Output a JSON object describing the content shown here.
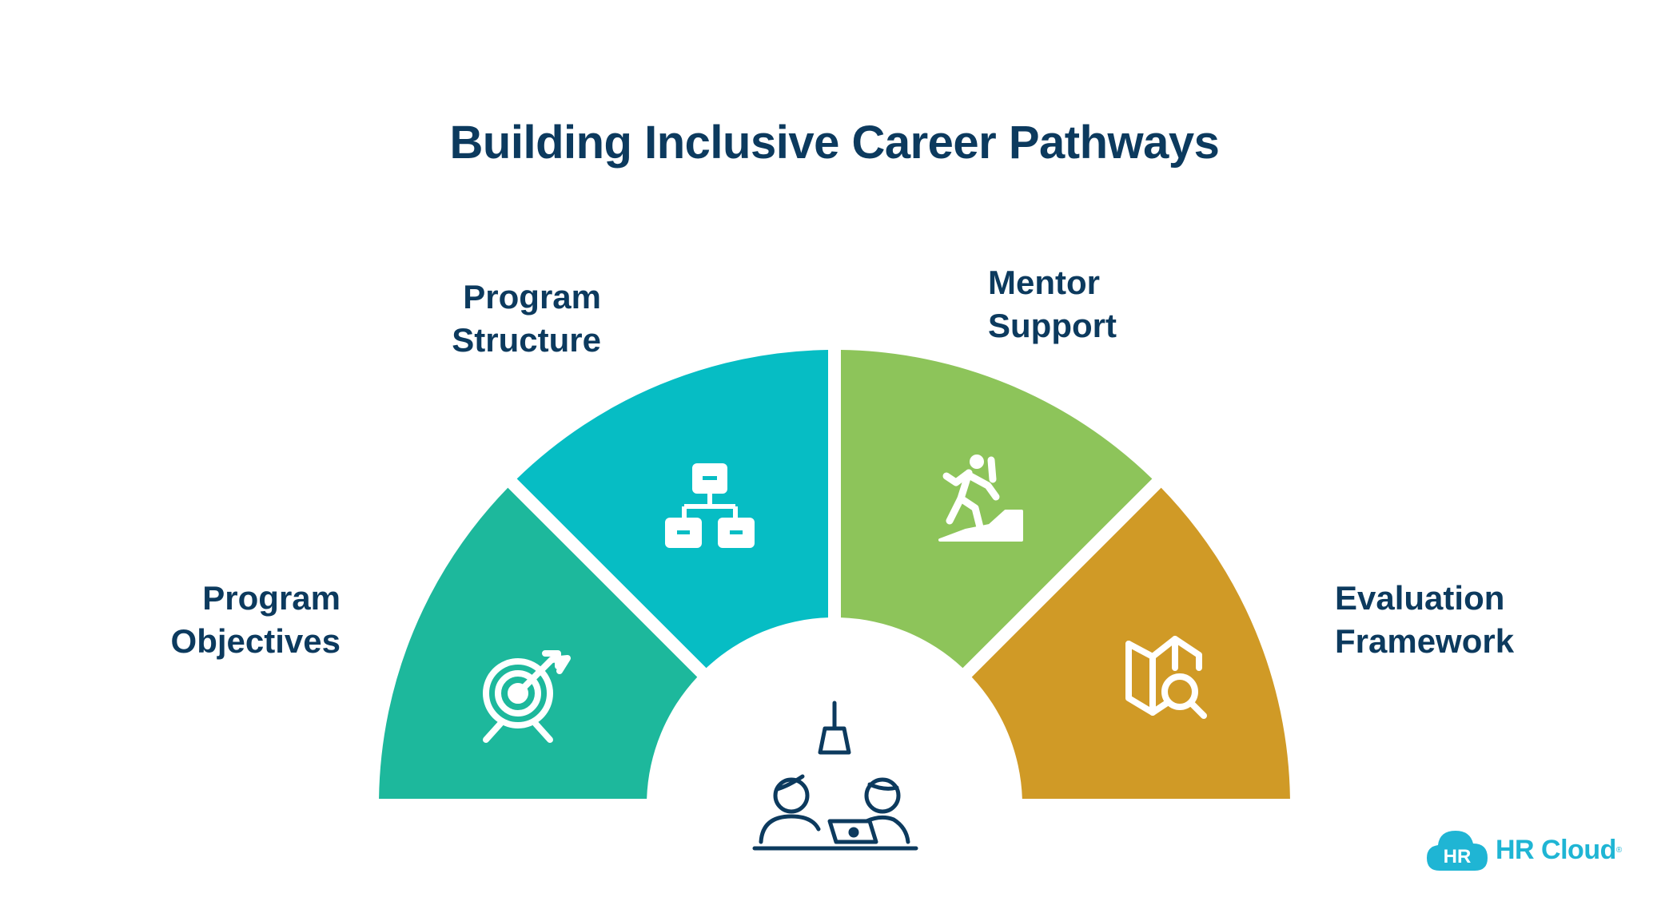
{
  "title": "Building Inclusive Career Pathways",
  "segments": [
    {
      "id": "program-objectives",
      "line1": "Program",
      "line2": "Objectives",
      "color": "#1db89c",
      "icon": "target-icon"
    },
    {
      "id": "program-structure",
      "line1": "Program",
      "line2": "Structure",
      "color": "#06bdc4",
      "icon": "hierarchy-icon"
    },
    {
      "id": "mentor-support",
      "line1": "Mentor",
      "line2": "Support",
      "color": "#8dc45a",
      "icon": "climber-icon"
    },
    {
      "id": "evaluation-framework",
      "line1": "Evaluation",
      "line2": "Framework",
      "color": "#d09a26",
      "icon": "map-search-icon"
    }
  ],
  "center_icon": "mentoring-people-icon",
  "colors": {
    "title": "#0c3a5e",
    "icon_stroke": "#ffffff",
    "center_stroke": "#0c3a5e",
    "logo": "#1fb5d4"
  },
  "logo": {
    "badge": "HR",
    "text": "HR Cloud"
  }
}
